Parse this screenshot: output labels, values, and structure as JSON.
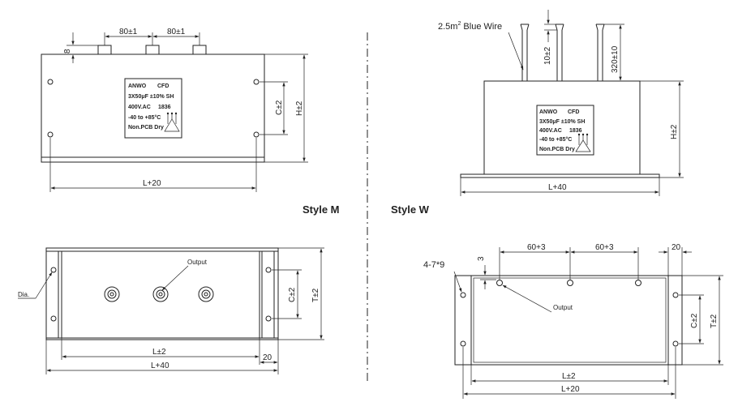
{
  "labels": {
    "style_m": "Style M",
    "style_w": "Style W",
    "blue_wire": "2.5m",
    "blue_wire_sup": "2",
    "blue_wire_rest": " Blue Wire",
    "dim_80_a": "80±1",
    "dim_80_b": "80±1",
    "dim_8": "8",
    "dim_c_top_m": "C±2",
    "dim_h_top_m": "H±2",
    "dim_l20_top_m": "L+20",
    "dim_10_w": "10±2",
    "dim_320_w": "320±10",
    "dim_h_top_w": "H±2",
    "dim_l40_top_w": "L+40",
    "output_m": "Output",
    "dia_m": "Dia.",
    "dim_c_bot_m": "C±2",
    "dim_t_bot_m": "T±2",
    "dim_l_bot_m": "L±2",
    "dim_20_bot_m": "20",
    "dim_l40_bot_m": "L+40",
    "dim_60_a": "60+3",
    "dim_60_b": "60+3",
    "dim_20_top_bw": "20",
    "dim_3_bw": "3",
    "holes_bw": "4-7*9",
    "output_w": "Output",
    "dim_c_bot_w": "C±2",
    "dim_t_bot_w": "T±2",
    "dim_l_bot_w": "L±2",
    "dim_l20_bot_w": "L+20"
  },
  "nameplate_m": {
    "l1a": "ANWO",
    "l1b": "CFD",
    "l2": "3X50μF ±10%   SH",
    "l3a": "400V.AC",
    "l3b": "1836",
    "l4": "-40 to +85°C",
    "l5": "Non.PCB  Dry"
  },
  "nameplate_w": {
    "l1a": "ANWO",
    "l1b": "CFD",
    "l2": "3X50μF ±10%   SH",
    "l3a": "400V.AC",
    "l3b": "1836",
    "l4": "-40 to +85°C",
    "l5": "Non.PCB  Dry"
  }
}
